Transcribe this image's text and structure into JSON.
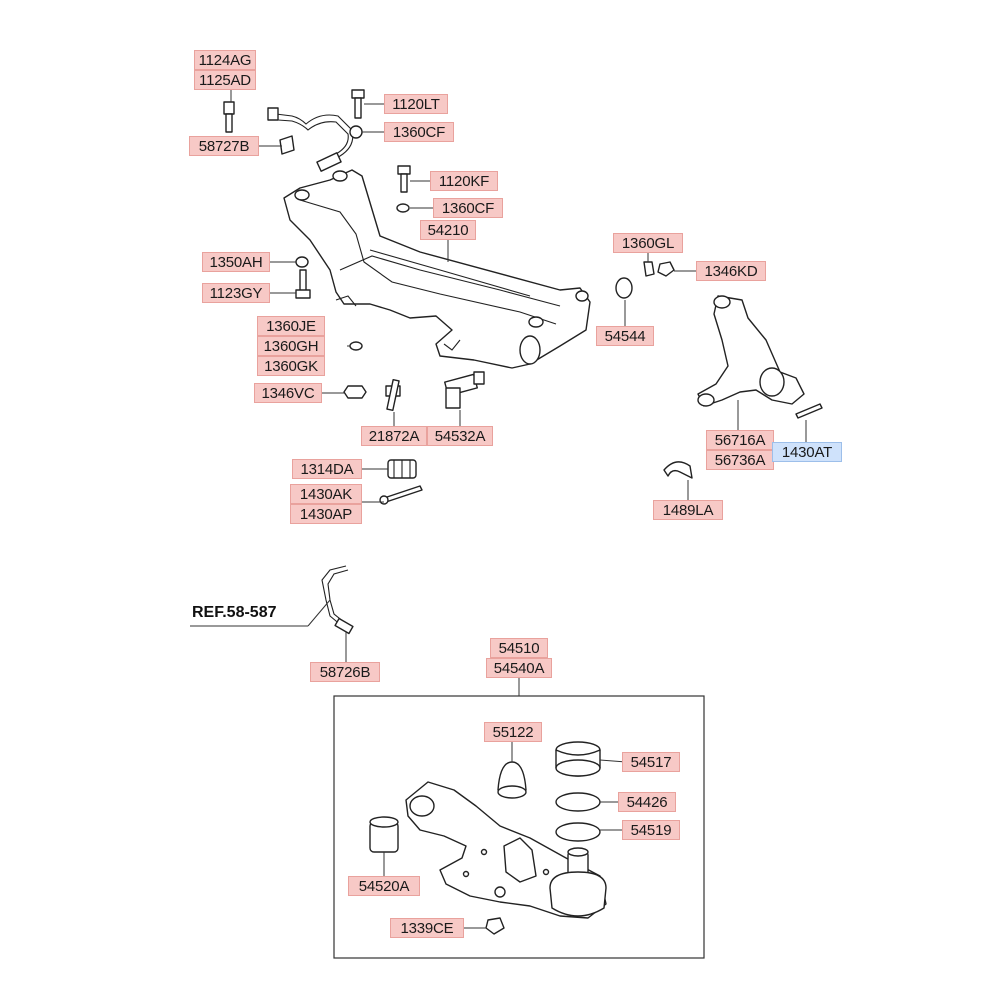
{
  "labels": {
    "l1124AG": "1124AG",
    "l1125AD": "1125AD",
    "l58727B": "58727B",
    "l1120LT": "1120LT",
    "l1360CF_top": "1360CF",
    "l1120KF": "1120KF",
    "l1360CF_mid": "1360CF",
    "l54210": "54210",
    "l1350AH": "1350AH",
    "l1123GY": "1123GY",
    "l1360JE": "1360JE",
    "l1360GH": "1360GH",
    "l1360GK": "1360GK",
    "l1346VC": "1346VC",
    "l21872A": "21872A",
    "l54532A": "54532A",
    "l1314DA": "1314DA",
    "l1430AK": "1430AK",
    "l1430AP": "1430AP",
    "l1360GL": "1360GL",
    "l1346KD": "1346KD",
    "l54544": "54544",
    "l56716A": "56716A",
    "l56736A": "56736A",
    "l1430AT": "1430AT",
    "l1489LA": "1489LA",
    "l58726B": "58726B",
    "l54510": "54510",
    "l54540A": "54540A",
    "l55122": "55122",
    "l54517": "54517",
    "l54426": "54426",
    "l54519": "54519",
    "l54520A": "54520A",
    "l1339CE": "1339CE"
  },
  "reference": "REF.58-587",
  "colors": {
    "label_fill": "#f7c9c6",
    "label_border": "#e9a29d",
    "highlight_fill": "#cfe2fb",
    "line": "#222222"
  }
}
